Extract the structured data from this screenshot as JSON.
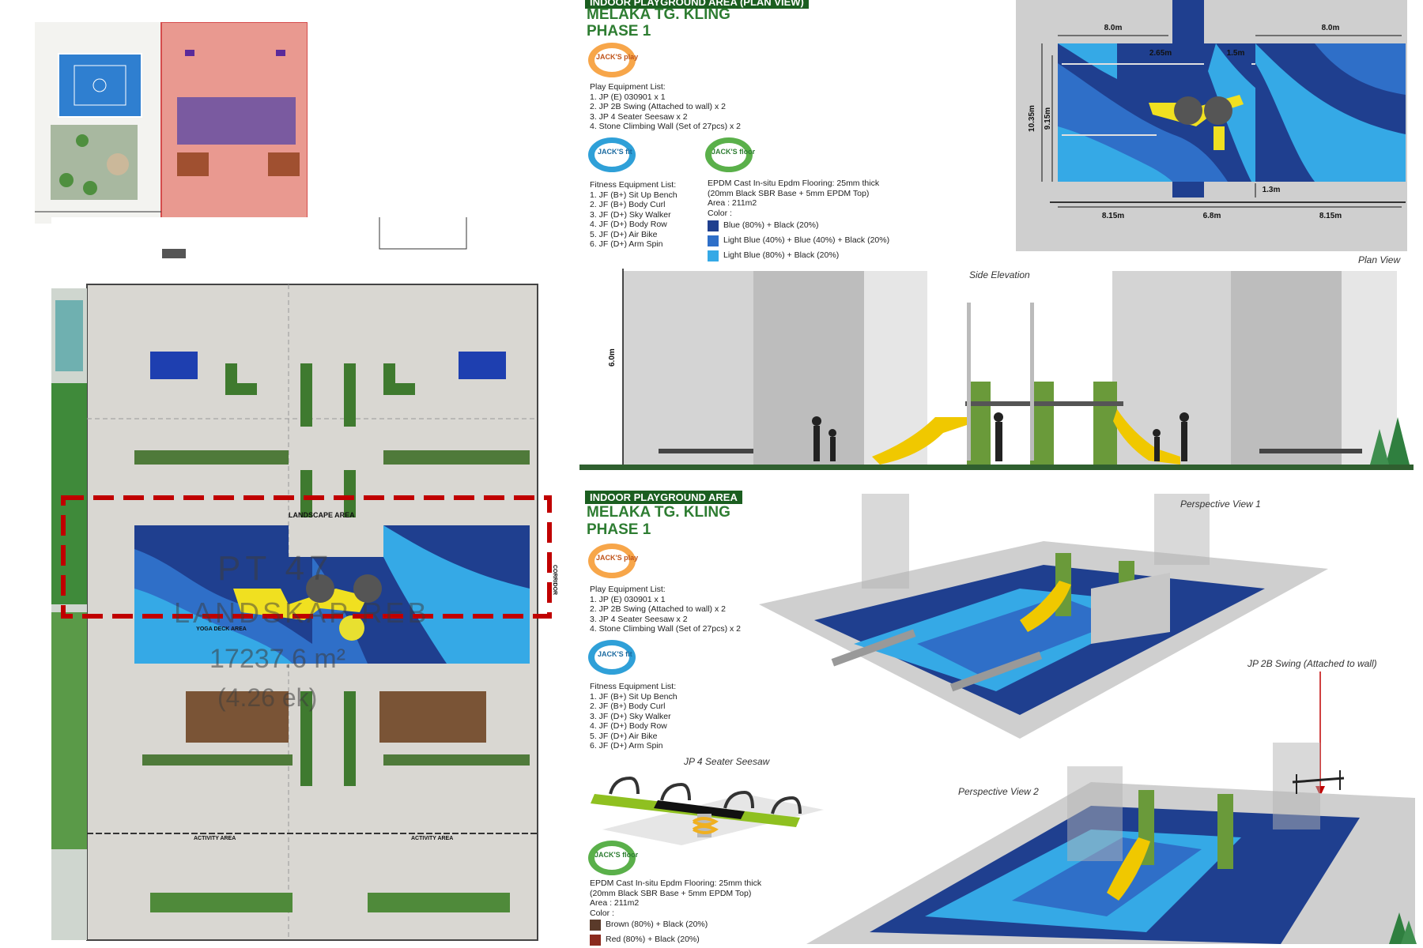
{
  "header_banner_1": "INDOOR PLAYGROUND AREA (PLAN VIEW)",
  "header_banner_2": "INDOOR PLAYGROUND AREA",
  "project": {
    "line1": "MELAKA TG. KLING",
    "line2": "PHASE 1"
  },
  "logos": {
    "play": "JACK'S play",
    "fit": "JACK'S fit",
    "floor": "JACK'S floor"
  },
  "play_equipment": {
    "title": "Play Equipment List:",
    "items": [
      "1. JP (E) 030901 x 1",
      "2. JP 2B Swing (Attached to wall) x 2",
      "3. JP 4 Seater Seesaw x 2",
      "4. Stone Climbing Wall (Set of 27pcs) x 2"
    ]
  },
  "fitness_equipment": {
    "title": "Fitness Equipment List:",
    "items": [
      "1. JF (B+) Sit Up Bench",
      "2. JF (B+) Body Curl",
      "3. JF (D+) Sky Walker",
      "4. JF (D+) Body Row",
      "5. JF (D+) Air Bike",
      "6. JF (D+) Arm Spin"
    ]
  },
  "flooring": {
    "lines": [
      "EPDM Cast In-situ Epdm Flooring: 25mm thick",
      "(20mm Black SBR Base + 5mm EPDM Top)",
      "Area : 211m2",
      "Color :"
    ],
    "colors_top": [
      {
        "label": "Blue (80%) + Black (20%)",
        "color": "#1f3f8f"
      },
      {
        "label": "Light Blue (40%) + Blue (40%) + Black (20%)",
        "color": "#2f6fc8"
      },
      {
        "label": "Light Blue (80%) + Black (20%)",
        "color": "#35a9e6"
      }
    ],
    "colors_bottom": [
      {
        "label": "Brown (80%) + Black (20%)",
        "color": "#5a3a2a"
      },
      {
        "label": "Red (80%) + Black (20%)",
        "color": "#8b2a1e"
      }
    ]
  },
  "plan_dims": {
    "top_left": "8.0m",
    "top_right": "8.0m",
    "mid_left": "2.65m",
    "mid_right": "1.5m",
    "height_outer": "10.35m",
    "height_inner": "9.15m",
    "bottom_left": "8.15m",
    "bottom_mid": "6.8m",
    "bottom_right": "8.15m",
    "step": "1.3m"
  },
  "captions": {
    "plan_view": "Plan View",
    "side_elevation": "Side Elevation",
    "height": "6.0m",
    "perspective_1": "Perspective View 1",
    "perspective_2": "Perspective View 2",
    "swing": "JP 2B Swing (Attached to wall)",
    "seesaw": "JP 4 Seater Seesaw"
  },
  "site_plan": {
    "landscape_area": "LANDSCAPE AREA",
    "yoga_deck": "YOGA DECK AREA",
    "activity_area_left": "ACTIVITY AREA",
    "activity_area_right": "ACTIVITY AREA",
    "lot_label": "PT 47",
    "lot_sub": "LANDSKAP REB",
    "lot_area": "17237.6 m²",
    "lot_acre": "(4.26 ek)",
    "corridor": "CORRIDOR"
  }
}
